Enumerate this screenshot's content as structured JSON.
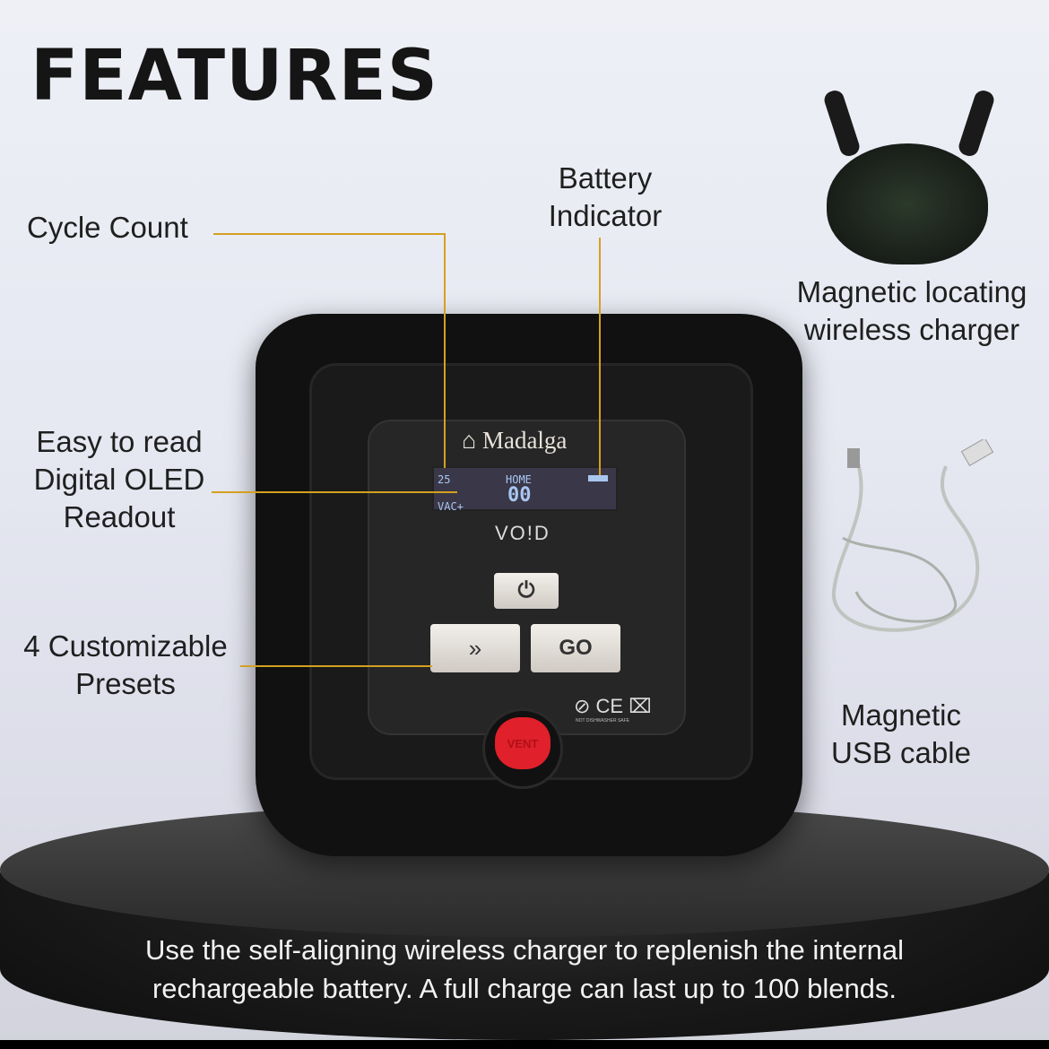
{
  "title": "FEATURES",
  "labels": {
    "cycle_count": "Cycle Count",
    "battery": [
      "Battery",
      "Indicator"
    ],
    "charger": [
      "Magnetic locating",
      "wireless charger"
    ],
    "oled": [
      "Easy to read",
      "Digital OLED",
      "Readout"
    ],
    "presets": [
      "4 Customizable",
      "Presets"
    ],
    "cable": [
      "Magnetic",
      "USB cable"
    ]
  },
  "device": {
    "brand": "Madalga",
    "model": "VO!D",
    "screen": {
      "count": "25",
      "mode": "HOME",
      "value": "00",
      "status": "VAC+"
    },
    "buttons": {
      "power_icon": "power-icon",
      "next_icon": "double-chevron-icon",
      "go": "GO",
      "vent": "VENT"
    },
    "marks": "NOT DISHWASHER SAFE"
  },
  "description": [
    "Use the self-aligning wireless charger to replenish the internal",
    "rechargeable battery. A full charge can last up to 100 blends."
  ],
  "colors": {
    "callout_line": "#d4a020",
    "vent_button": "#e0202a"
  }
}
